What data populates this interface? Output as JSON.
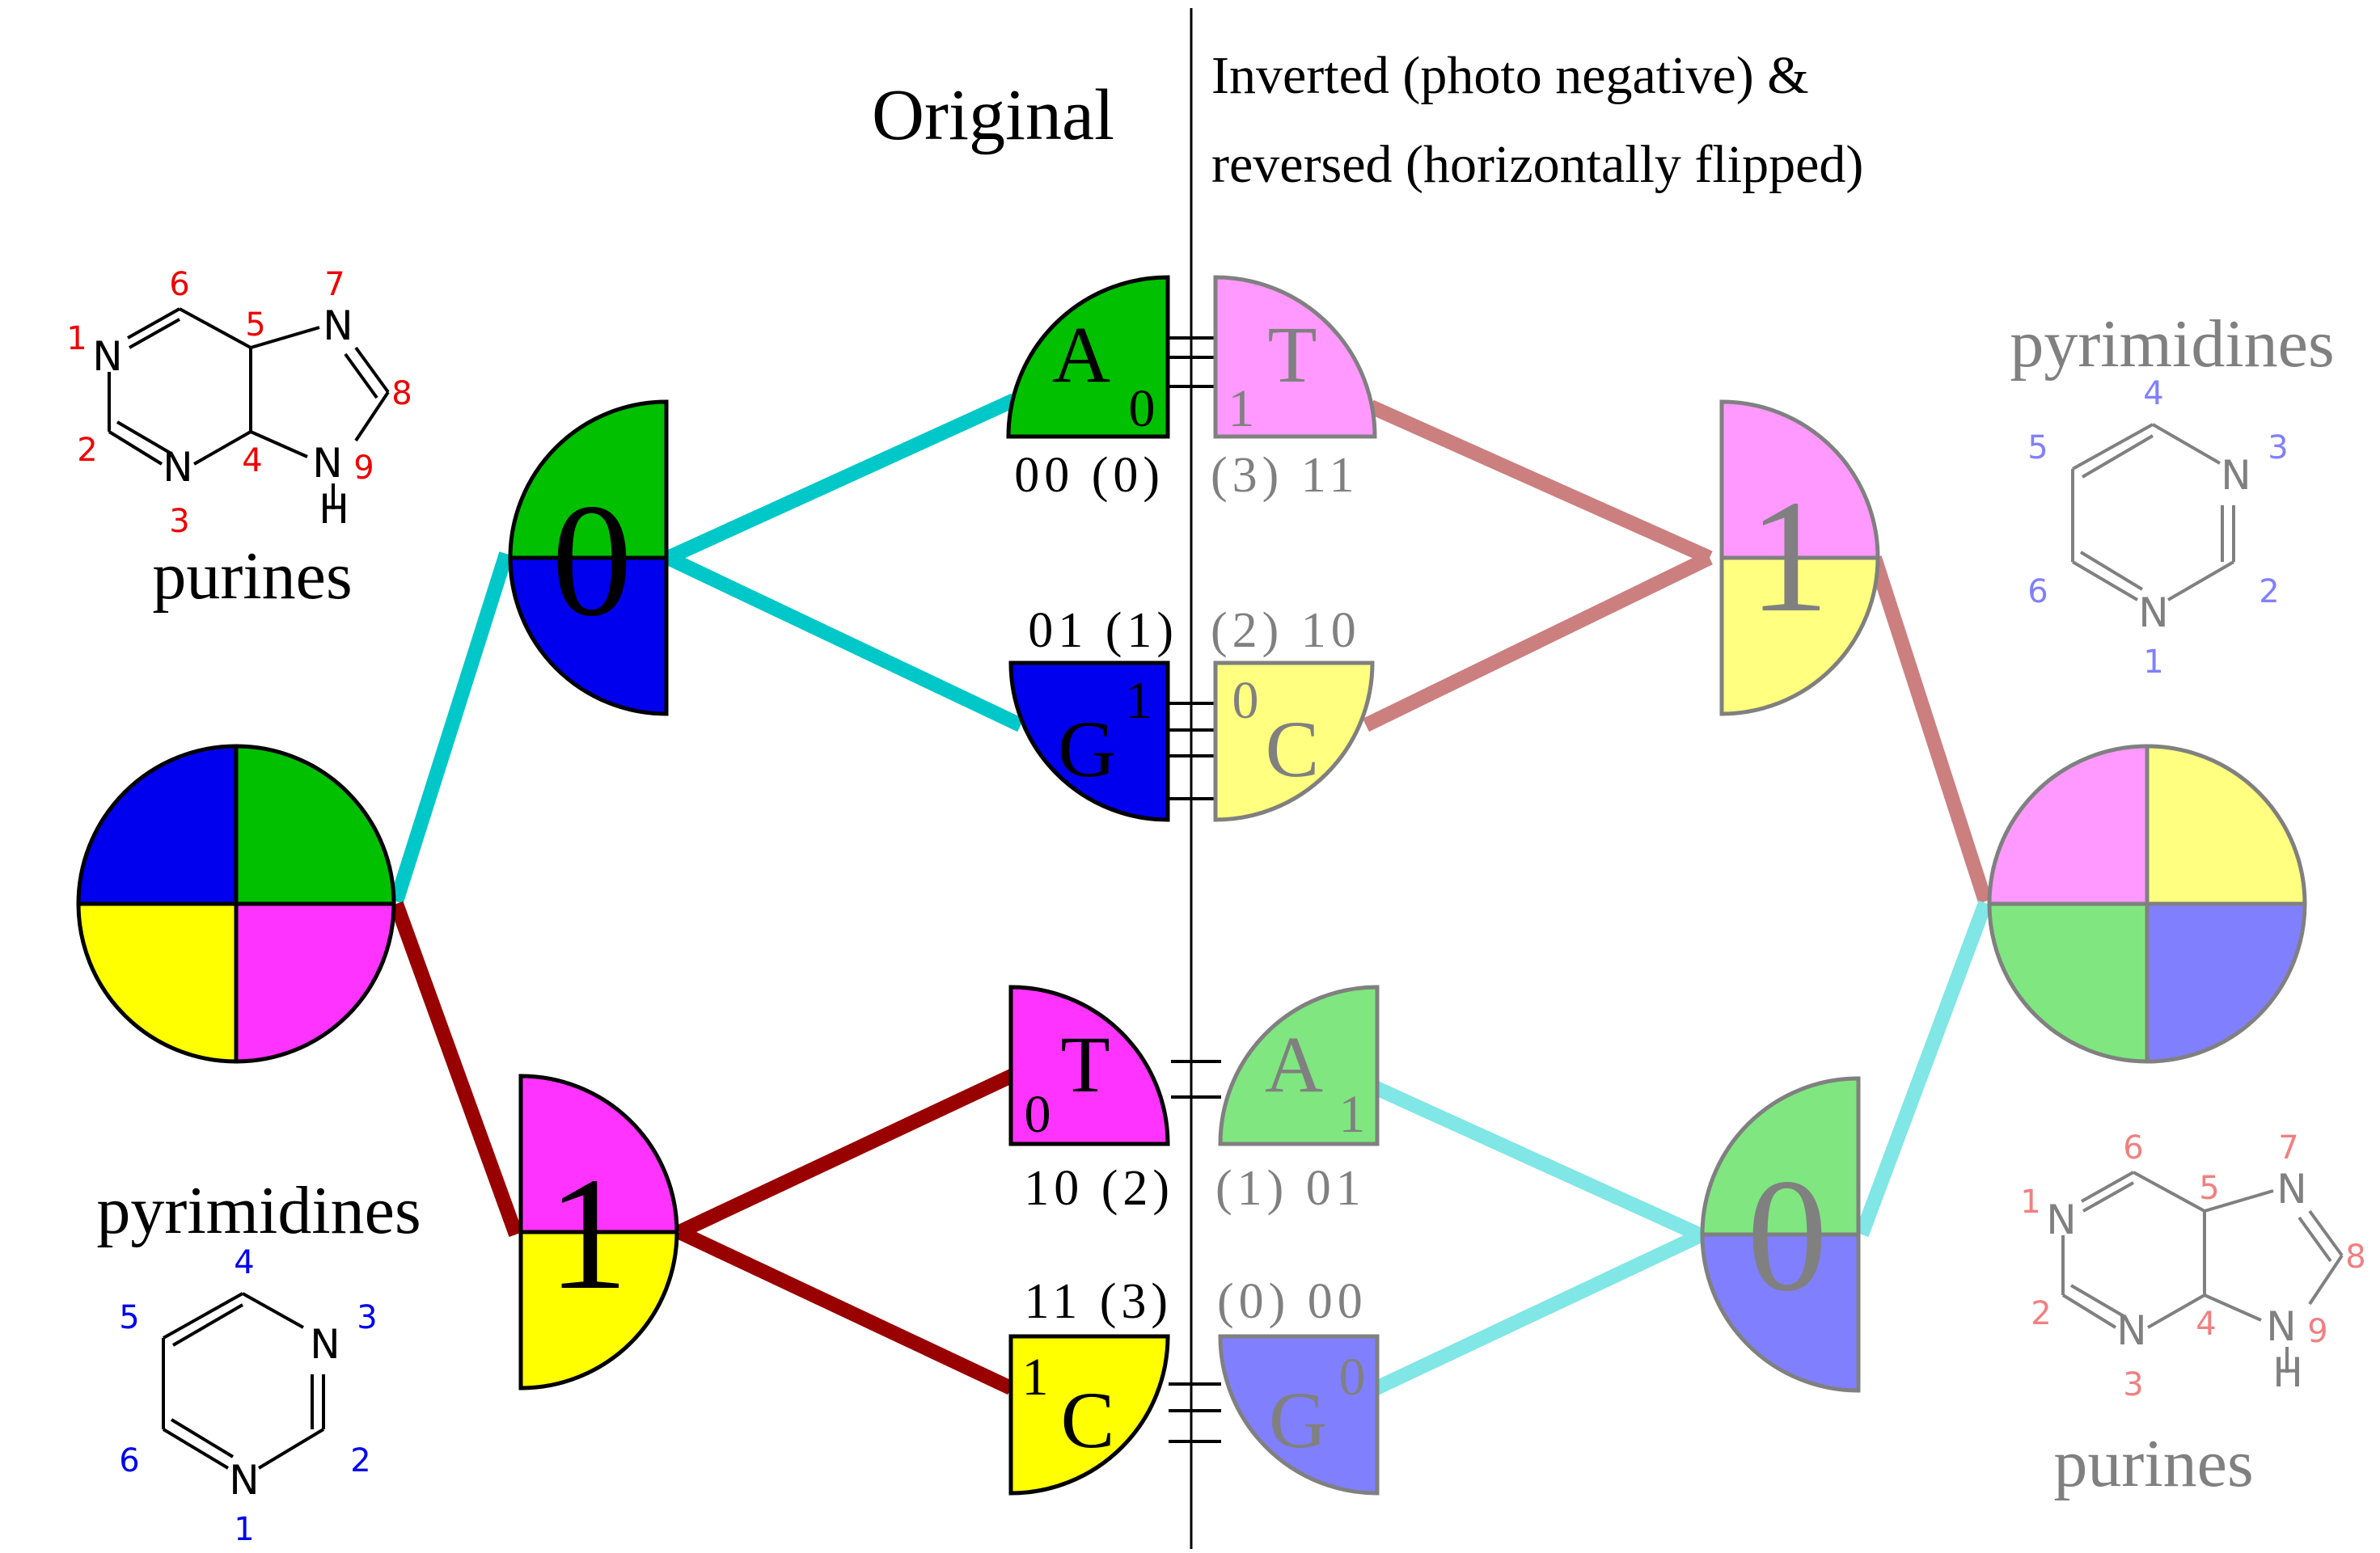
{
  "headings": {
    "original": "Original",
    "inverted_line1": "Inverted (photo negative) &",
    "inverted_line2": "reversed (horizontally flipped)"
  },
  "labels": {
    "purines_left": "purines",
    "pyrimidines_left": "pyrimidines",
    "purines_right": "purines",
    "pyrimidines_right": "pyrimidines"
  },
  "branch_digits": {
    "left_top": "0",
    "left_bottom": "1",
    "right_top": "1",
    "right_bottom": "0"
  },
  "bases": {
    "A": {
      "letter": "A",
      "digit": "0",
      "code": "00 (0)"
    },
    "G": {
      "letter": "G",
      "digit": "1",
      "code": "01 (1)"
    },
    "T": {
      "letter": "T",
      "digit": "0",
      "code": "10 (2)"
    },
    "C": {
      "letter": "C",
      "digit": "1",
      "code": "11 (3)"
    },
    "T_inv": {
      "letter": "T",
      "digit": "1",
      "code": "(3) 11"
    },
    "C_inv": {
      "letter": "C",
      "digit": "0",
      "code": "(2) 10"
    },
    "A_inv": {
      "letter": "A",
      "digit": "1",
      "code": "(1) 01"
    },
    "G_inv": {
      "letter": "G",
      "digit": "0",
      "code": "(0) 00"
    }
  },
  "purine_atoms": {
    "N1": "N",
    "N3": "N",
    "N7": "N",
    "N9": "N",
    "H": "H",
    "n1": "1",
    "n2": "2",
    "n3": "3",
    "n4": "4",
    "n5": "5",
    "n6": "6",
    "n7": "7",
    "n8": "8",
    "n9": "9"
  },
  "pyrimidine_atoms": {
    "N3": "N",
    "N1": "N",
    "n1": "1",
    "n2": "2",
    "n3": "3",
    "n4": "4",
    "n5": "5",
    "n6": "6"
  },
  "colors": {
    "green": "#00c000",
    "blue": "#0000ee",
    "yellow": "#ffff00",
    "magenta": "#ff33ff",
    "green_inv": "#80e680",
    "blue_inv": "#8080ff",
    "yellow_inv": "#ffff80",
    "magenta_inv": "#ff99ff",
    "cyan": "#00c8c8",
    "cyan_inv": "#80e6e6",
    "darkred": "#990000",
    "rose": "#cc7f7f",
    "gray": "#808080",
    "atom_number_red": "#ee0000",
    "atom_number_blue": "#0000ee",
    "atom_number_red_inv": "#f08080",
    "atom_number_blue_inv": "#8080ff"
  }
}
